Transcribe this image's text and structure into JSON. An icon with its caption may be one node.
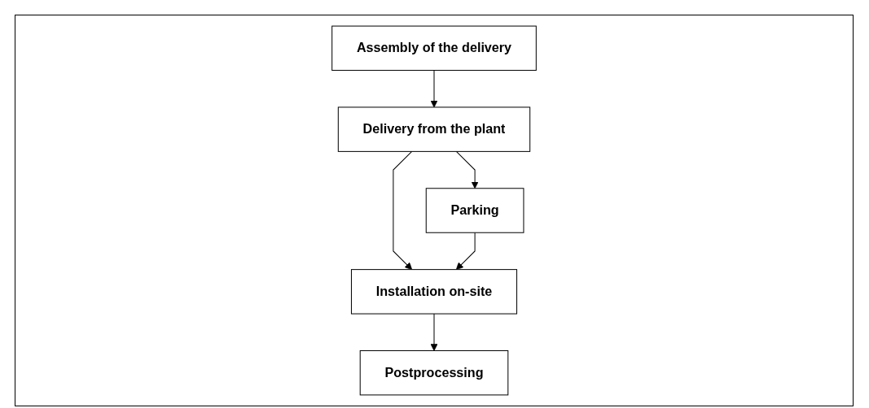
{
  "diagram": {
    "nodes": [
      {
        "text": [
          "Assembly of the delivery"
        ]
      },
      {
        "text": [
          "Delivery from the plant"
        ]
      },
      {
        "text": [
          "Parking"
        ]
      },
      {
        "text": [
          "Installation on-site"
        ]
      },
      {
        "text": [
          "Postprocessing"
        ]
      }
    ],
    "edges": [
      {
        "from": 0,
        "to": 1,
        "arrow": "to"
      },
      {
        "from": 1,
        "to": 2,
        "arrow": "to"
      },
      {
        "from": 1,
        "to": 3,
        "arrow": "to"
      },
      {
        "from": 2,
        "to": 3,
        "arrow": "to"
      },
      {
        "from": 3,
        "to": 4,
        "arrow": "to"
      }
    ]
  }
}
